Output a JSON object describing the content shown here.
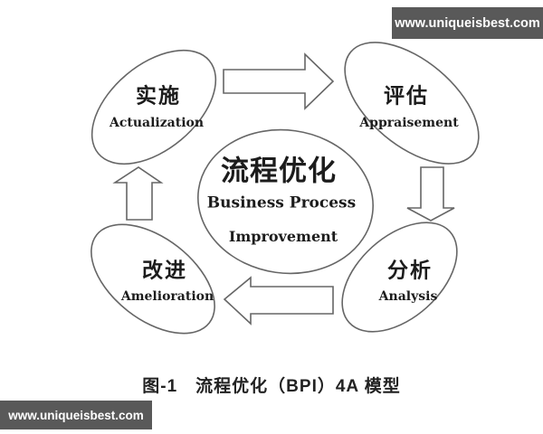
{
  "colors": {
    "background": "#ffffff",
    "line": "#666666",
    "text": "#1c1c1c",
    "watermark_bg": "#595959",
    "watermark_text": "#ffffff"
  },
  "watermarks": {
    "top": {
      "text": "www.uniqueisbest.com"
    },
    "bottom": {
      "text": "www.uniqueisbest.com"
    }
  },
  "diagram": {
    "center": {
      "zh": "流程优化",
      "en_line1": "Business Process",
      "en_line2": "Improvement"
    },
    "nodes": {
      "actualization": {
        "zh": "实施",
        "en": "Actualization",
        "position": "top-left"
      },
      "appraisement": {
        "zh": "评估",
        "en": "Appraisement",
        "position": "top-right"
      },
      "analysis": {
        "zh": "分析",
        "en": "Analysis",
        "position": "bottom-right"
      },
      "amelioration": {
        "zh": "改进",
        "en": "Amelioration",
        "position": "bottom-left"
      }
    },
    "cycle_order": [
      "actualization",
      "appraisement",
      "analysis",
      "amelioration"
    ],
    "arrows": [
      {
        "from": "actualization",
        "to": "appraisement",
        "direction": "right"
      },
      {
        "from": "appraisement",
        "to": "analysis",
        "direction": "down"
      },
      {
        "from": "analysis",
        "to": "amelioration",
        "direction": "left"
      },
      {
        "from": "amelioration",
        "to": "actualization",
        "direction": "up"
      }
    ]
  },
  "caption": {
    "text": "图-1　流程优化（BPI）4A 模型"
  }
}
